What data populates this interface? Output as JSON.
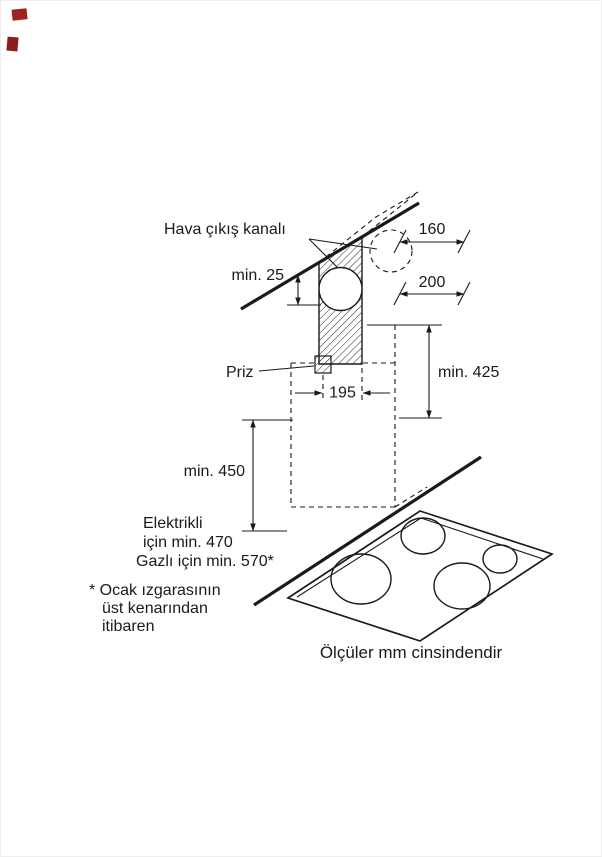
{
  "page": {
    "footer": "Ölçüler mm cinsindendir"
  },
  "labels": {
    "air_outlet": "Hava çıkış kanalı",
    "socket": "Priz",
    "electric_line1": "Elektrikli",
    "electric_line2": "için min. 470",
    "gas_line": "Gazlı için min. 570*",
    "note_line1": "* Ocak ızgarasının",
    "note_line2": "üst kenarından",
    "note_line3": "itibaren"
  },
  "dimensions": {
    "duct_depth": "160",
    "duct_offset": "200",
    "ceiling_clearance": "min. 25",
    "socket_offset": "195",
    "chimney_height": "min. 425",
    "hood_height": "min. 450"
  },
  "colors": {
    "line": "#1a1a1a",
    "accent_red": "#9e2222"
  }
}
